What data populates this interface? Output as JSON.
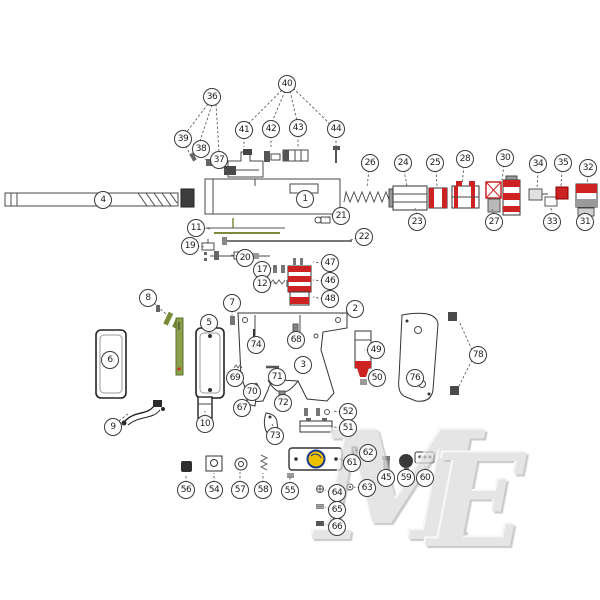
{
  "diagram": {
    "type": "exploded-parts-diagram",
    "subject": "paintball-marker",
    "watermark": {
      "letter_m": "M",
      "letter_e": "E"
    },
    "colors": {
      "accent_red": "#cc2222",
      "olive_green": "#7a8c3a",
      "leader": "#606060",
      "outline": "#333333",
      "watermark_gray": "#dcdcdc",
      "logo_gold": "#eec200",
      "logo_blue": "#1a3a8c"
    },
    "callouts": [
      [
        "36",
        212,
        97
      ],
      [
        "40",
        287,
        84
      ],
      [
        "39",
        183,
        139
      ],
      [
        "38",
        201,
        149
      ],
      [
        "37",
        219,
        160
      ],
      [
        "41",
        244,
        130
      ],
      [
        "42",
        271,
        129
      ],
      [
        "43",
        298,
        128
      ],
      [
        "44",
        336,
        129
      ],
      [
        "4",
        103,
        200
      ],
      [
        "1",
        305,
        199
      ],
      [
        "26",
        370,
        163
      ],
      [
        "24",
        403,
        163
      ],
      [
        "25",
        435,
        163
      ],
      [
        "28",
        465,
        159
      ],
      [
        "30",
        505,
        158
      ],
      [
        "34",
        538,
        164
      ],
      [
        "35",
        563,
        163
      ],
      [
        "32",
        588,
        168
      ],
      [
        "23",
        417,
        222
      ],
      [
        "27",
        494,
        222
      ],
      [
        "33",
        552,
        222
      ],
      [
        "31",
        585,
        222
      ],
      [
        "21",
        341,
        216
      ],
      [
        "11",
        196,
        228
      ],
      [
        "22",
        364,
        237
      ],
      [
        "19",
        190,
        246
      ],
      [
        "20",
        245,
        258
      ],
      [
        "17",
        262,
        270
      ],
      [
        "12",
        262,
        284
      ],
      [
        "47",
        330,
        263
      ],
      [
        "46",
        330,
        281
      ],
      [
        "48",
        330,
        299
      ],
      [
        "8",
        148,
        298
      ],
      [
        "7",
        232,
        303
      ],
      [
        "2",
        355,
        309
      ],
      [
        "5",
        209,
        323
      ],
      [
        "68",
        296,
        340
      ],
      [
        "74",
        256,
        345
      ],
      [
        "49",
        376,
        350
      ],
      [
        "78",
        478,
        355
      ],
      [
        "6",
        110,
        360
      ],
      [
        "3",
        303,
        365
      ],
      [
        "71",
        277,
        377
      ],
      [
        "50",
        377,
        378
      ],
      [
        "76",
        415,
        378
      ],
      [
        "69",
        235,
        378
      ],
      [
        "70",
        252,
        392
      ],
      [
        "72",
        283,
        403
      ],
      [
        "67",
        242,
        408
      ],
      [
        "52",
        348,
        412
      ],
      [
        "10",
        205,
        424
      ],
      [
        "9",
        113,
        427
      ],
      [
        "51",
        348,
        428
      ],
      [
        "73",
        275,
        436
      ],
      [
        "62",
        368,
        453
      ],
      [
        "61",
        352,
        463
      ],
      [
        "45",
        386,
        478
      ],
      [
        "59",
        406,
        478
      ],
      [
        "60",
        425,
        478
      ],
      [
        "63",
        367,
        488
      ],
      [
        "56",
        186,
        490
      ],
      [
        "54",
        214,
        490
      ],
      [
        "57",
        240,
        490
      ],
      [
        "58",
        263,
        490
      ],
      [
        "55",
        290,
        491
      ],
      [
        "64",
        337,
        493
      ],
      [
        "65",
        337,
        510
      ],
      [
        "66",
        337,
        527
      ]
    ],
    "leaders": [
      [
        208,
        104,
        186,
        133
      ],
      [
        212,
        105,
        200,
        141
      ],
      [
        216,
        104,
        219,
        152
      ],
      [
        186,
        146,
        191,
        156
      ],
      [
        203,
        155,
        208,
        163
      ],
      [
        221,
        167,
        227,
        172
      ],
      [
        282,
        90,
        248,
        124
      ],
      [
        285,
        91,
        272,
        122
      ],
      [
        290,
        91,
        297,
        121
      ],
      [
        293,
        88,
        330,
        124
      ],
      [
        244,
        137,
        244,
        147
      ],
      [
        271,
        136,
        271,
        147
      ],
      [
        298,
        135,
        298,
        147
      ],
      [
        336,
        136,
        336,
        146
      ],
      [
        369,
        170,
        367,
        187
      ],
      [
        404,
        170,
        407,
        186
      ],
      [
        436,
        170,
        437,
        186
      ],
      [
        464,
        166,
        462,
        184
      ],
      [
        504,
        165,
        502,
        180
      ],
      [
        538,
        171,
        537,
        188
      ],
      [
        562,
        170,
        561,
        186
      ],
      [
        588,
        175,
        587,
        184
      ],
      [
        417,
        215,
        415,
        208
      ],
      [
        494,
        215,
        492,
        209
      ],
      [
        552,
        215,
        551,
        208
      ],
      [
        585,
        215,
        584,
        211
      ],
      [
        334,
        215,
        325,
        219
      ],
      [
        357,
        238,
        347,
        241
      ],
      [
        203,
        228,
        212,
        229
      ],
      [
        197,
        246,
        206,
        247
      ],
      [
        238,
        256,
        230,
        255
      ],
      [
        269,
        269,
        276,
        267
      ],
      [
        269,
        283,
        276,
        283
      ],
      [
        323,
        263,
        313,
        262
      ],
      [
        323,
        281,
        313,
        280
      ],
      [
        323,
        299,
        313,
        297
      ],
      [
        154,
        303,
        166,
        314
      ],
      [
        232,
        310,
        232,
        316
      ],
      [
        348,
        310,
        342,
        314
      ],
      [
        209,
        330,
        209,
        335
      ],
      [
        296,
        333,
        295,
        327
      ],
      [
        256,
        338,
        255,
        332
      ],
      [
        369,
        350,
        364,
        350
      ],
      [
        374,
        372,
        367,
        377
      ],
      [
        241,
        374,
        244,
        371
      ],
      [
        277,
        370,
        274,
        367
      ],
      [
        255,
        387,
        257,
        383
      ],
      [
        283,
        396,
        283,
        391
      ],
      [
        246,
        402,
        250,
        398
      ],
      [
        275,
        430,
        272,
        424
      ],
      [
        205,
        417,
        205,
        411
      ],
      [
        119,
        421,
        129,
        413
      ],
      [
        341,
        412,
        332,
        411
      ],
      [
        341,
        428,
        334,
        427
      ],
      [
        345,
        461,
        340,
        459
      ],
      [
        362,
        451,
        356,
        450
      ],
      [
        472,
        350,
        459,
        321
      ],
      [
        472,
        360,
        459,
        386
      ],
      [
        386,
        471,
        386,
        467
      ],
      [
        406,
        471,
        406,
        468
      ],
      [
        425,
        471,
        425,
        466
      ],
      [
        360,
        488,
        354,
        487
      ],
      [
        330,
        492,
        325,
        490
      ],
      [
        330,
        509,
        325,
        507
      ],
      [
        330,
        526,
        325,
        524
      ],
      [
        186,
        483,
        186,
        474
      ],
      [
        214,
        483,
        214,
        473
      ],
      [
        240,
        483,
        240,
        472
      ],
      [
        263,
        483,
        263,
        473
      ],
      [
        290,
        484,
        290,
        476
      ]
    ]
  }
}
